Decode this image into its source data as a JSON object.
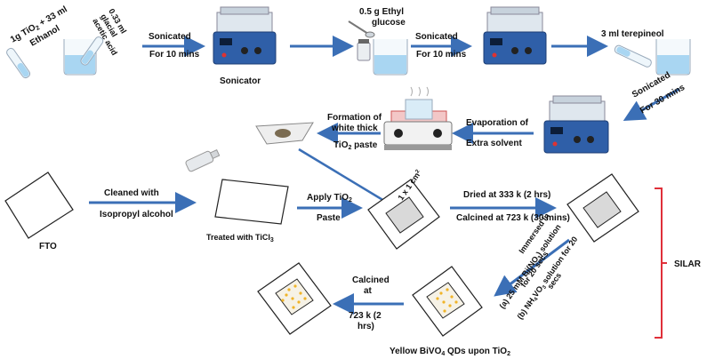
{
  "step1": {
    "line1": "1g TiO",
    "sub": "2",
    "line1b": " + 33 ml",
    "line2": "Ethanol"
  },
  "step1_acid": {
    "line1": "0.33 ml",
    "line2": "glacial",
    "line3": "acetic acid"
  },
  "arrow1": {
    "top": "Sonicated",
    "bottom": "For 10 mins"
  },
  "sonicator_label": "Sonicator",
  "glucose": {
    "line1": "0.5 g Ethyl",
    "line2": "glucose"
  },
  "arrow2": {
    "top": "Sonicated",
    "bottom": "For 10 mins"
  },
  "terpineol": "3 ml terepineol",
  "arrow3": {
    "top": "Sonicated",
    "bottom": "For 30 mins"
  },
  "evaporation": {
    "line1": "Evaporation of",
    "line2": "Extra solvent"
  },
  "paste_formation": {
    "line1": "Formation of",
    "line2": "white thick",
    "line3": "TiO",
    "sub": "2",
    "line3b": " paste"
  },
  "fto_label": "FTO",
  "clean": {
    "top": "Cleaned with",
    "bottom": "Isopropyl alcohol"
  },
  "ticl": {
    "text": "Treated with TiCl",
    "sub": "3"
  },
  "apply": {
    "top": "Apply TiO",
    "sub": "2",
    "bottom": "Paste"
  },
  "area_label": "1 x 1 cm",
  "area_sup": "2",
  "dry": {
    "top": "Dried at 333 k (2 hrs)",
    "bottom": "Calcined at 723 k (30 mins)"
  },
  "silar_label": "SILAR",
  "immersion": {
    "line1": "Immersed in",
    "line2a": "(a)  25 mM Bi(NO",
    "line2sub": "3",
    "line2b": ") solution",
    "line3": "for 20 secs",
    "line4a": "(b)  NH",
    "line4sub1": "4",
    "line4b": "VO",
    "line4sub2": "3",
    "line4c": " solution for 20",
    "line5": "secs"
  },
  "calcine": {
    "line1": "Calcined",
    "line2": "at",
    "line3": "723 k (2",
    "line4": "hrs)"
  },
  "final": {
    "a": "Yellow BiVO",
    "sub": "4",
    "b": " QDs upon TiO",
    "sub2": "2"
  },
  "colors": {
    "arrow": "#3b6fb6",
    "bracket": "#e0303a",
    "dot": "#f0b429",
    "liquid": "#a9d6f2",
    "sonicator": "#2f5fa8"
  }
}
